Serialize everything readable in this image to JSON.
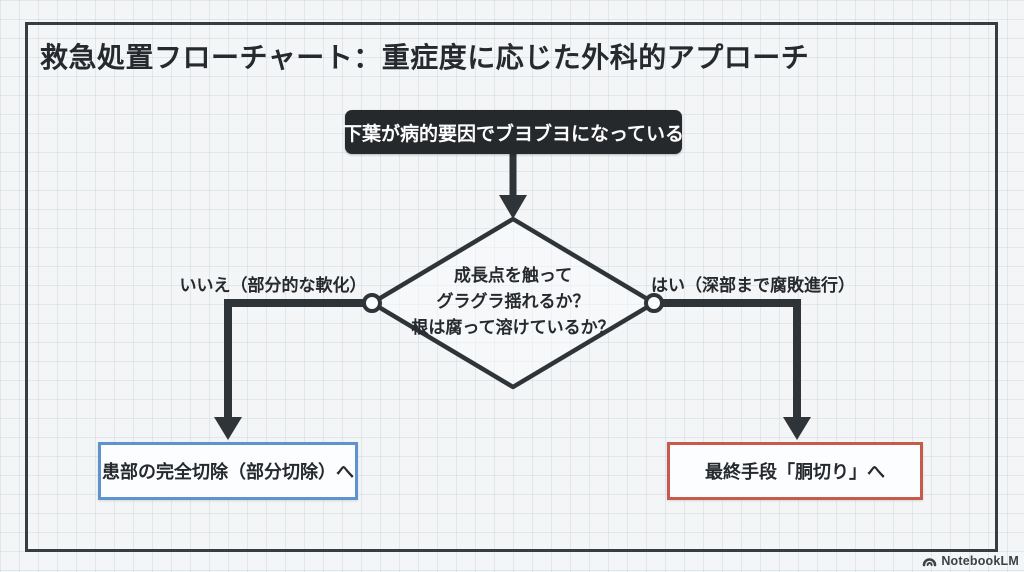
{
  "page": {
    "title": "救急処置フローチャート：重症度に応じた外科的アプローチ"
  },
  "flowchart": {
    "start": {
      "label": "下葉が病的要因でブヨブヨになっている"
    },
    "decision": {
      "label": "成長点を触って\nグラグラ揺れるか？\n根は腐って溶けているか？"
    },
    "branches": {
      "no": {
        "label": "いいえ（部分的な軟化）",
        "target": "partial"
      },
      "yes": {
        "label": "はい（深部まで腐敗進行）",
        "target": "final"
      }
    },
    "outcomes": {
      "partial": {
        "label": "患部の完全切除（部分切除）へ",
        "border_color": "#5e93cf"
      },
      "final": {
        "label": "最終手段「胴切り」へ",
        "border_color": "#c65b4b"
      }
    }
  },
  "footer": {
    "brand": "NotebookLM",
    "logo_icon": "notebooklm-logo"
  },
  "colors": {
    "background": "#f3f5f6",
    "grid_line": "#dde3e8",
    "frame_border": "#373c40",
    "connector_line": "#2f3438",
    "start_box_bg": "#26292c",
    "start_box_text": "#fdfdfd",
    "text": "#26292d"
  }
}
